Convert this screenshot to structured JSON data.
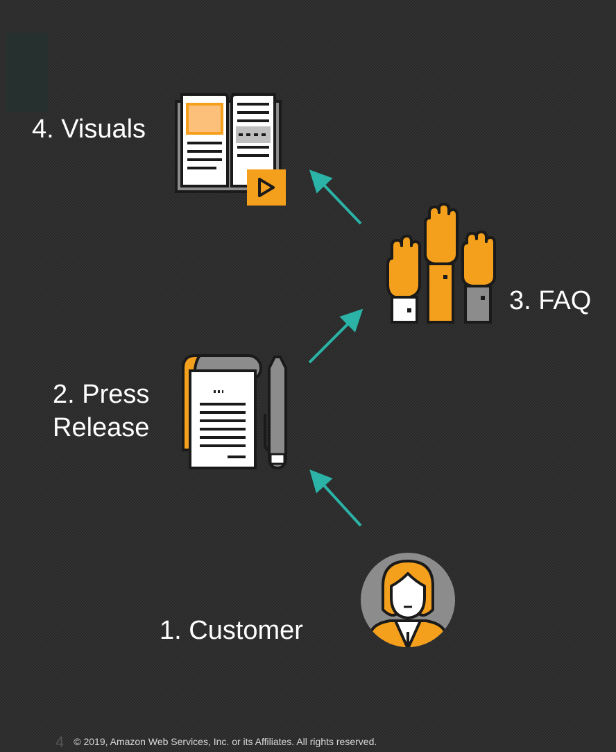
{
  "steps": [
    {
      "id": "customer",
      "label": "1. Customer",
      "icon": "customer-icon"
    },
    {
      "id": "press-release",
      "label_line1": "2. Press",
      "label_line2": "Release",
      "icon": "press-release-icon"
    },
    {
      "id": "faq",
      "label": "3. FAQ",
      "icon": "raised-hands-icon"
    },
    {
      "id": "visuals",
      "label": "4. Visuals",
      "icon": "book-video-icon"
    }
  ],
  "footer": {
    "page_number": "4",
    "copyright": "© 2019, Amazon Web Services, Inc. or its Affiliates. All rights reserved."
  },
  "colors": {
    "background": "#333333",
    "arrow": "#2ab3a6",
    "orange": "#f4a01c",
    "light_orange": "#fdc07a",
    "gray": "#8c8c8c",
    "outline": "#1a1a1a"
  }
}
